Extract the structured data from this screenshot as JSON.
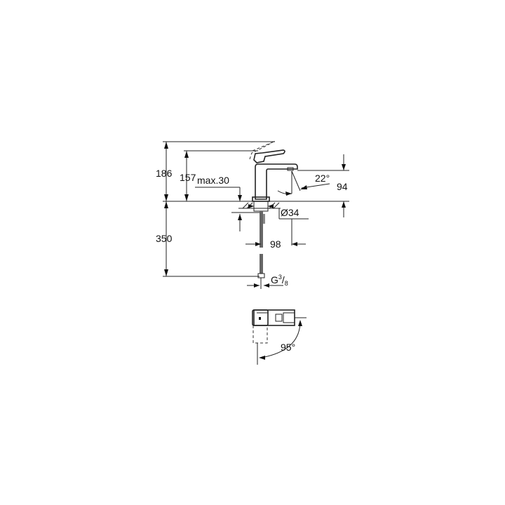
{
  "drawing": {
    "subject": "single-lever basin mixer technical drawing",
    "dimensions": {
      "total_height": "186",
      "spout_height": "157",
      "max_deck_thickness": "max.30",
      "spout_angle": "22°",
      "spout_clearance": "94",
      "hole_diameter": "Ø34",
      "projection": "98",
      "below_deck": "350",
      "connection": "G",
      "connection_sup": "3",
      "connection_sub": "8",
      "lever_rotation": "95°"
    }
  }
}
